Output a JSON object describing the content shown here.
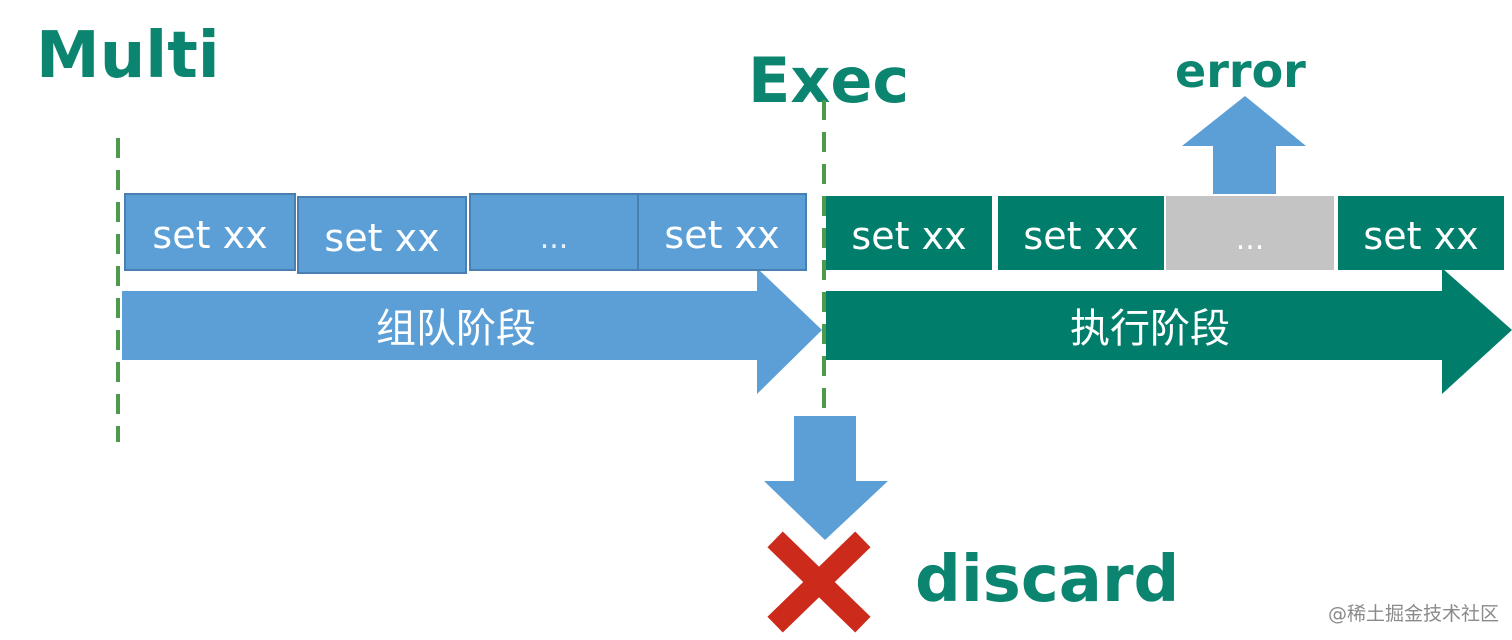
{
  "labels": {
    "multi": "Multi",
    "exec": "Exec",
    "error": "error",
    "discard": "discard",
    "watermark": "@稀土掘金技术社区"
  },
  "queue_phase": {
    "label": "组队阶段",
    "commands": [
      "set xx",
      "set xx",
      "...",
      "set xx"
    ]
  },
  "exec_phase": {
    "label": "执行阶段",
    "commands": [
      "set xx",
      "set xx",
      "...",
      "set xx"
    ],
    "error_index": 2
  },
  "colors": {
    "label_teal": "#0b8470",
    "queue_blue": "#5b9fd6",
    "queue_border": "#497fb1",
    "exec_teal": "#007e6b",
    "error_gray": "#c4c4c4",
    "cross_red": "#cc2a1b",
    "divider": "#4e9a4c"
  }
}
